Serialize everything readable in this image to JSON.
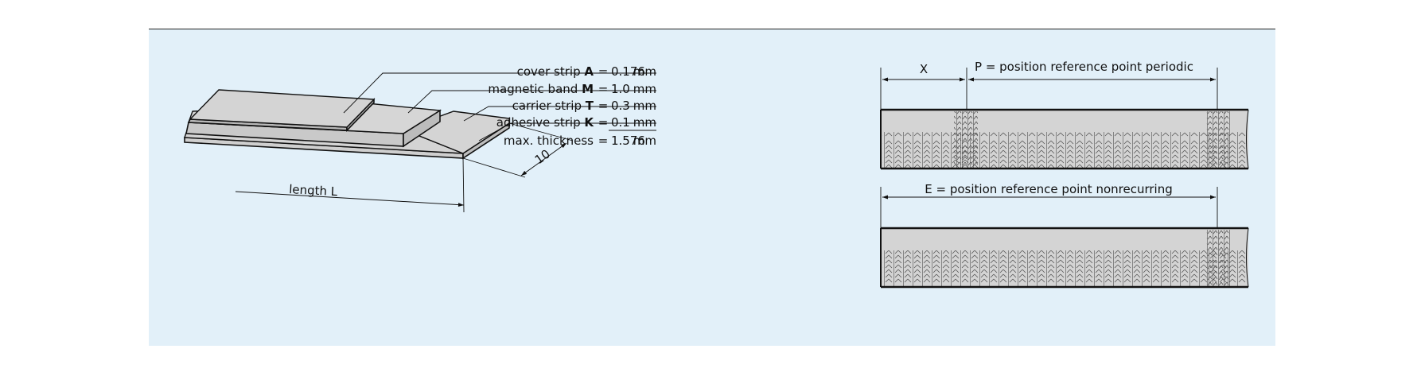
{
  "strip_figure": {
    "layers": [
      {
        "name": "cover strip ",
        "letter": "A",
        "value": "0.176",
        "unit": "mm"
      },
      {
        "name": "magnetic band ",
        "letter": "M",
        "value": "1.0",
        "unit": "mm"
      },
      {
        "name": "carrier strip ",
        "letter": "T",
        "value": "0.3",
        "unit": "mm"
      },
      {
        "name": "adhesive strip ",
        "letter": "K",
        "value": "0.1",
        "unit": "mm"
      }
    ],
    "eq": "=",
    "total": {
      "label": "max. thickness",
      "value": "1.576",
      "unit": "mm"
    },
    "width_label": "10",
    "length_label": "length L"
  },
  "periodic_figure": {
    "x_label": "X",
    "p_label": "P = position reference point periodic"
  },
  "nonrecurring_figure": {
    "e_label": "E = position reference point nonrecurring"
  },
  "colors": {
    "panel": "#e2f0f9",
    "strip_fill": "#d4d4d4",
    "line": "#111111"
  }
}
